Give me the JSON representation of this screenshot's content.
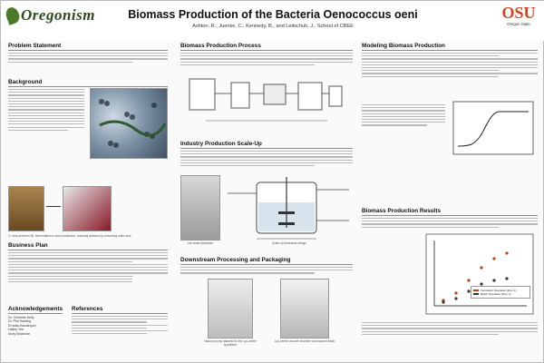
{
  "header": {
    "left_logo": "Oregonism",
    "title": "Biomass Production of the Bacteria Oenococcus oeni",
    "authors": "Ashton, R., Juenke, C., Kennedy, B., and Leitschuh, J., School of CBEE",
    "right_logo": "OSU",
    "right_logo_sub": "Oregon State"
  },
  "col1": {
    "problem_statement": {
      "heading": "Problem Statement"
    },
    "background": {
      "heading": "Background"
    },
    "wine_caption": "O. oeni performs ML fermentation in wine production, reducing tartness by converting malic acid.",
    "business_plan": {
      "heading": "Business Plan"
    },
    "acknowledgements": {
      "heading": "Acknowledgements",
      "people": [
        "Dr. Christine Kelly",
        "Dr. Phil Harding",
        "Ernesto Baudequin",
        "Halley Yee",
        "Andy Brickman"
      ]
    },
    "references": {
      "heading": "References"
    }
  },
  "col2": {
    "biomass_process": {
      "heading": "Biomass Production Process"
    },
    "scaleup": {
      "heading": "Industry Production Scale-Up"
    },
    "figure_labels": [
      "Lab scale bioreactor",
      "Scale-up bioreactor design"
    ],
    "downstream": {
      "heading": "Downstream Processing and Packaging"
    },
    "down_labels": [
      "Vacuum pump attached to the Lyo-centre lyophilizer",
      "Lyo-centre vacuum chamber and vacuum flask"
    ]
  },
  "col3": {
    "modeling": {
      "heading": "Modeling Biomass Production"
    },
    "results": {
      "heading": "Biomass Production Results"
    },
    "plot_caption": "Analysis of growth curves from O. oeni yields",
    "legend": [
      "Fed-batch Operation (Run 1)",
      "Batch Operation (Run 2)"
    ]
  },
  "colors": {
    "accent": "#d4431a",
    "green": "#4a7a2a"
  }
}
